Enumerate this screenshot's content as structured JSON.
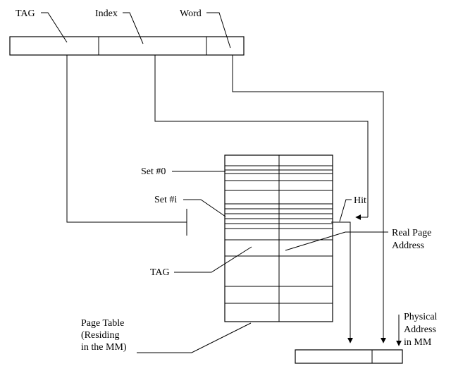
{
  "address_fields": {
    "tag": "TAG",
    "index": "Index",
    "word": "Word"
  },
  "page_table": {
    "set_0": "Set #0",
    "set_i": "Set #i",
    "tag": "TAG",
    "hit": "Hit",
    "real_page_address": [
      "Real Page",
      "Address"
    ],
    "caption": [
      "Page Table",
      "(Residing",
      "in the MM)"
    ]
  },
  "physical_address": [
    "Physical",
    "Address",
    "in MM"
  ],
  "colors": {
    "line": "#000000",
    "background": "#ffffff"
  }
}
